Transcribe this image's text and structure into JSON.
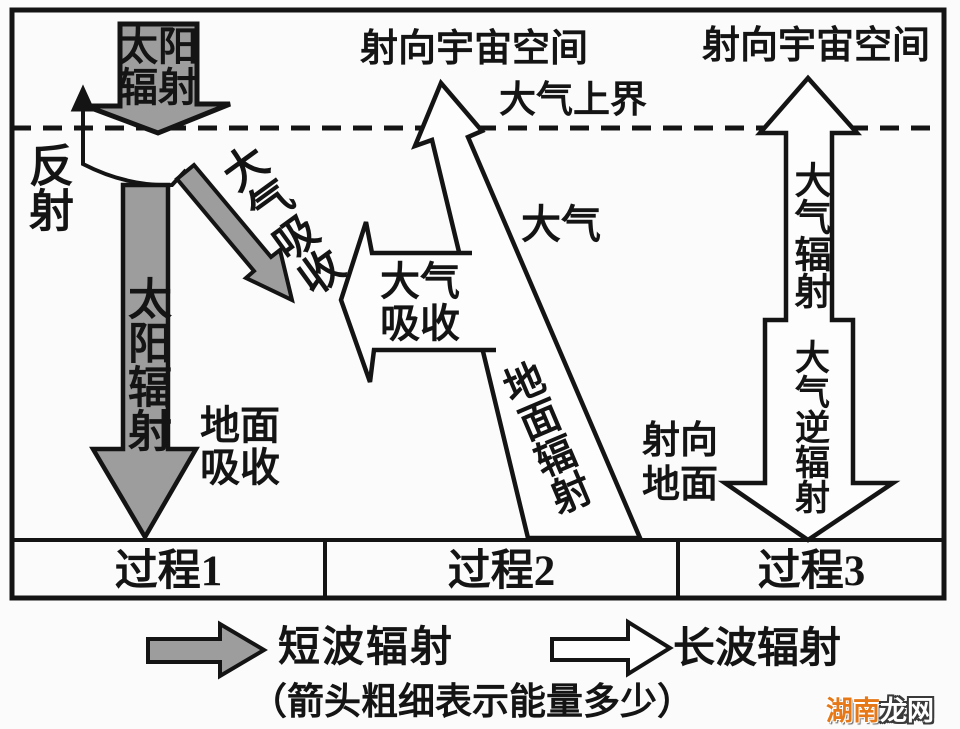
{
  "colors": {
    "shortwave_gray": "#9d9d9d",
    "longwave_white": "#fdfdfd",
    "outline": "#141414",
    "watermark_orange": "#e67817"
  },
  "labels": {
    "solar_top": "太阳辐射",
    "to_space_mid": "射向宇宙空间",
    "to_space_right": "射向宇宙空间",
    "atmosphere_boundary": "大气上界",
    "reflection": "反射",
    "atmosphere_absorb_shortwave": "大气吸收",
    "atmosphere": "大气",
    "atmosphere_absorb_longwave": "大气吸收",
    "solar_down": "太阳辐射",
    "ground_absorb": "地面吸收",
    "ground_radiation": "地面辐射",
    "to_ground": "射向地面",
    "atmosphere_radiation": "大气辐射",
    "counter_radiation": "大气逆辐射"
  },
  "processes": [
    {
      "label": "过程1"
    },
    {
      "label": "过程2"
    },
    {
      "label": "过程3"
    }
  ],
  "legend": {
    "shortwave": "短波辐射",
    "longwave": "长波辐射",
    "note": "（箭头粗细表示能量多少）"
  },
  "watermark": {
    "part1": "湖南",
    "part2": "龙网"
  }
}
